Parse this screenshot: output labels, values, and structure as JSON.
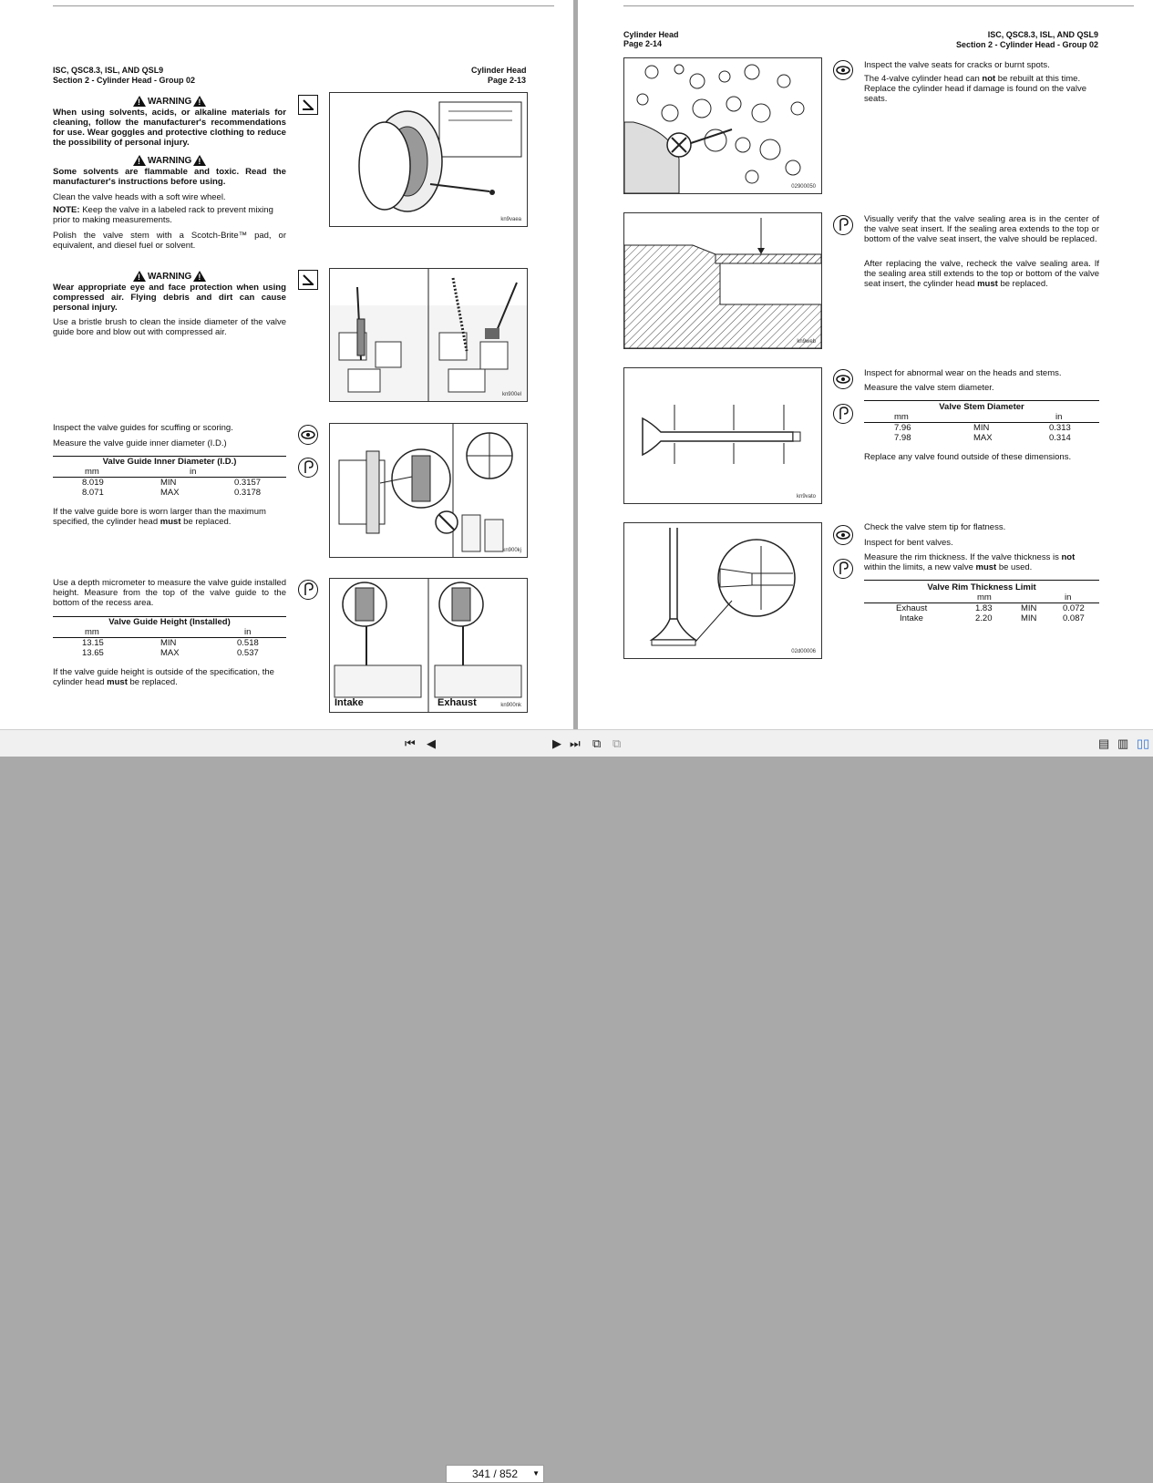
{
  "left": {
    "header_model": "ISC, QSC8.3, ISL, AND QSL9",
    "header_section": "Section 2 - Cylinder Head - Group 02",
    "header_title": "Cylinder Head",
    "header_page": "Page 2-13",
    "warning_label": "WARNING",
    "warn1": "When using solvents, acids, or alkaline materials for cleaning, follow the manufacturer's recommendations for use. Wear goggles and protective clothing to reduce the possibility of personal injury.",
    "warn2": "Some solvents are flammable and toxic. Read the manufacturer's instructions before using.",
    "clean_heads": "Clean the valve heads with a soft wire wheel.",
    "note_label": "NOTE:",
    "note_text": " Keep the valve in a labeled rack to prevent mixing prior to making measurements.",
    "polish": "Polish the valve stem with a Scotch-Brite™ pad, or equivalent, and diesel fuel or solvent.",
    "fig1_code": "kn9vaea",
    "warn3": "Wear appropriate eye and face protection when using compressed air. Flying debris and dirt can cause personal injury.",
    "bristle": "Use a bristle brush to clean the inside diameter of the valve guide bore and blow out with compressed air.",
    "fig2_code": "kn900el",
    "inspect_guides": "Inspect the valve guides for scuffing or scoring.",
    "measure_guide": "Measure the valve guide inner diameter (I.D.)",
    "guide_id_table": {
      "title": "Valve Guide Inner Diameter (I.D.)",
      "unit_mm": "mm",
      "unit_in": "in",
      "rows": [
        {
          "mm": "8.019",
          "label": "MIN",
          "in": "0.3157"
        },
        {
          "mm": "8.071",
          "label": "MAX",
          "in": "0.3178"
        }
      ]
    },
    "guide_bore_pre": "If the valve guide bore is worn larger than the maximum specified, the cylinder head ",
    "must": "must",
    "guide_bore_post": " be replaced.",
    "fig3_code": "kn900kj",
    "depth_mic": "Use a depth micrometer to measure the valve guide installed height. Measure from the top of the valve guide to the bottom of the recess area.",
    "guide_height_table": {
      "title": "Valve Guide Height (Installed)",
      "unit_mm": "mm",
      "unit_in": "in",
      "rows": [
        {
          "mm": "13.15",
          "label": "MIN",
          "in": "0.518"
        },
        {
          "mm": "13.65",
          "label": "MAX",
          "in": "0.537"
        }
      ]
    },
    "height_pre": "If the valve guide height is outside of the specification, the cylinder head ",
    "height_post": " be replaced.",
    "fig4_intake": "Intake",
    "fig4_exhaust": "Exhaust",
    "fig4_code": "kn900nk"
  },
  "right": {
    "header_title": "Cylinder Head",
    "header_page": "Page 2-14",
    "header_model": "ISC, QSC8.3, ISL, AND QSL9",
    "header_section": "Section 2 - Cylinder Head - Group 02",
    "seats_inspect": "Inspect the valve seats for cracks or burnt spots.",
    "seats_pre": "The 4-valve cylinder head can ",
    "not": "not",
    "seats_post": " be rebuilt at this time. Replace the cylinder head if damage is found on the valve seats.",
    "fig1_code": "02900050",
    "sealing1": "Visually verify that the valve sealing area is in the center of the valve seat insert. If the sealing area extends to the top or bottom of the valve seat insert, the valve should be replaced.",
    "sealing2_pre": "After replacing the valve, recheck the valve sealing area. If the sealing area still extends to the top or bottom of the valve seat insert, the cylinder head ",
    "must": "must",
    "sealing2_post": " be replaced.",
    "fig2_code": "kn9web",
    "wear_inspect": "Inspect for abnormal wear on the heads and stems.",
    "measure_stem": "Measure the valve stem diameter.",
    "stem_table": {
      "title": "Valve Stem Diameter",
      "unit_mm": "mm",
      "unit_in": "in",
      "rows": [
        {
          "mm": "7.96",
          "label": "MIN",
          "in": "0.313"
        },
        {
          "mm": "7.98",
          "label": "MAX",
          "in": "0.314"
        }
      ]
    },
    "replace_any": "Replace any valve found outside of these dimensions.",
    "fig3_code": "kn9vato",
    "tip_check": "Check the valve stem tip for flatness.",
    "bent_inspect": "Inspect for bent valves.",
    "rim_pre": "Measure the rim thickness. If the valve thickness is ",
    "rim_mid": " within the limits, a new valve ",
    "rim_post": " be used.",
    "rim_table": {
      "title": "Valve Rim Thickness Limit",
      "unit_mm": "mm",
      "unit_in": "in",
      "rows": [
        {
          "name": "Exhaust",
          "mm": "1.83",
          "label": "MIN",
          "in": "0.072"
        },
        {
          "name": "Intake",
          "mm": "2.20",
          "label": "MIN",
          "in": "0.087"
        }
      ]
    },
    "fig4_code": "02d00006"
  },
  "toolbar": {
    "page_indicator": "341 / 852"
  }
}
